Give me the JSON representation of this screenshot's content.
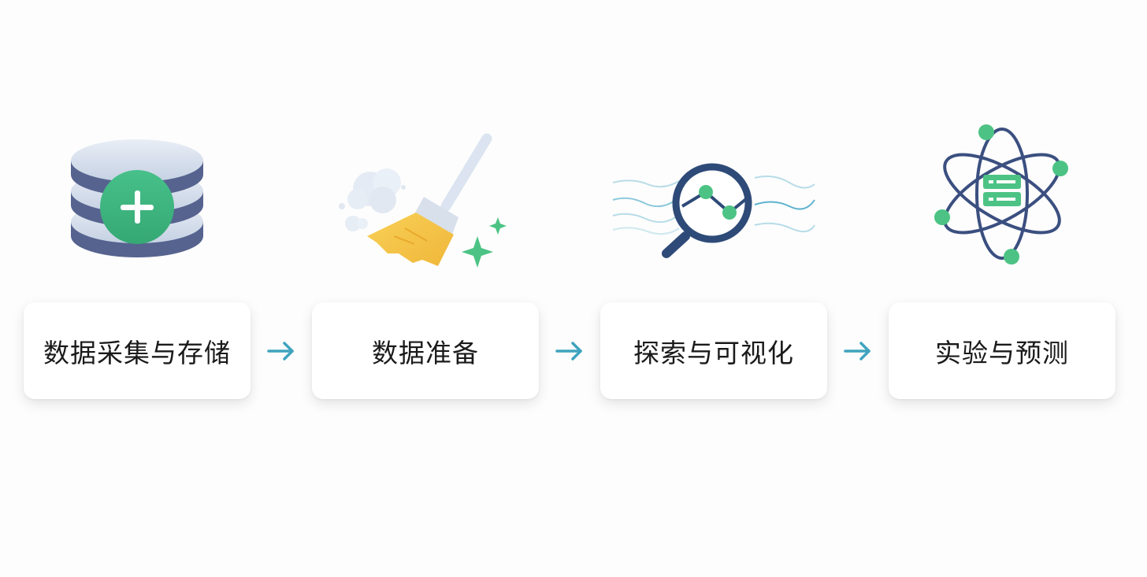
{
  "steps": [
    {
      "label": "数据采集与存储",
      "icon": "database-add-icon"
    },
    {
      "label": "数据准备",
      "icon": "broom-cleaning-icon"
    },
    {
      "label": "探索与可视化",
      "icon": "magnifier-chart-icon"
    },
    {
      "label": "实验与预测",
      "icon": "atom-server-icon"
    }
  ],
  "colors": {
    "navy": "#3b4f80",
    "green": "#4cc384",
    "teal_arrow": "#3fa3bf",
    "broom_yellow": "#f6c544",
    "wave_blue": "#8cc9dc"
  }
}
